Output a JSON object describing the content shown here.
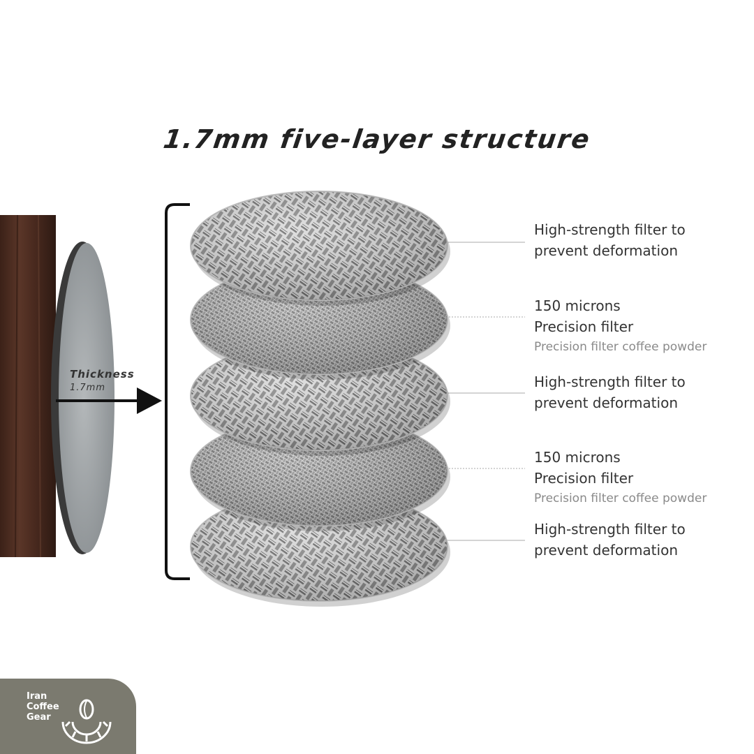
{
  "title": "1.7mm five-layer structure",
  "thickness": {
    "label": "Thickness",
    "value": "1.7mm"
  },
  "layers": [
    {
      "type": "coarse",
      "line1": "High-strength filter to",
      "line2": "prevent deformation",
      "sub": ""
    },
    {
      "type": "fine",
      "line1": "150 microns",
      "line2": "Precision filter",
      "sub": "Precision filter coffee powder"
    },
    {
      "type": "coarse",
      "line1": "High-strength filter to",
      "line2": "prevent deformation",
      "sub": ""
    },
    {
      "type": "fine",
      "line1": "150 microns",
      "line2": "Precision filter",
      "sub": "Precision filter coffee powder"
    },
    {
      "type": "coarse",
      "line1": "High-strength filter to",
      "line2": "prevent deformation",
      "sub": ""
    }
  ],
  "brand": {
    "line1": "Iran",
    "line2": "Coffee",
    "line3": "Gear"
  },
  "colors": {
    "wood": "#4a2c22",
    "disc": "#9ea3a5",
    "mesh": "#9a9a9a",
    "logo_bg": "#7b7a6f"
  }
}
